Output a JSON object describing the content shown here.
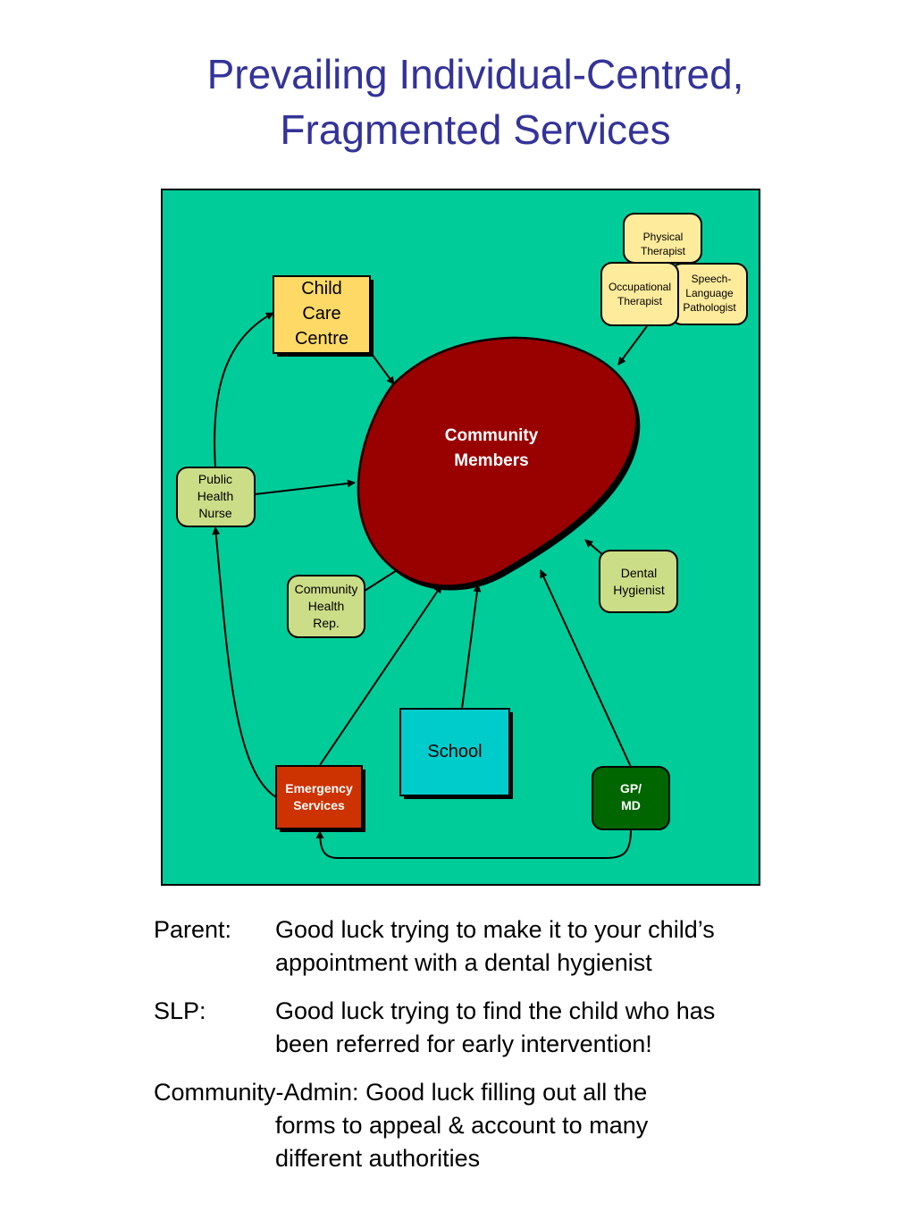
{
  "title": {
    "line1": "Prevailing Individual-Centred,",
    "line2": "Fragmented Services"
  },
  "diagram": {
    "background": "#00CC99",
    "center": {
      "line1": "Community",
      "line2": "Members",
      "color": "#990000"
    },
    "nodes": {
      "child_care": {
        "line1": "Child",
        "line2": "Care",
        "line3": "Centre",
        "color": "#FFD966"
      },
      "physical_therapist": {
        "line1": "Physical",
        "line2": "Therapist",
        "color": "#FFEB9C"
      },
      "occupational_therapist": {
        "line1": "Occupational",
        "line2": "Therapist",
        "color": "#FFEB9C"
      },
      "speech_pathologist": {
        "line1": "Speech-",
        "line2": "Language",
        "line3": "Pathologist",
        "color": "#FFEB9C"
      },
      "public_health_nurse": {
        "line1": "Public",
        "line2": "Health",
        "line3": "Nurse",
        "color": "#CCDD88"
      },
      "community_health_rep": {
        "line1": "Community",
        "line2": "Health",
        "line3": "Rep.",
        "color": "#CCDD88"
      },
      "dental_hygienist": {
        "line1": "Dental",
        "line2": "Hygienist",
        "color": "#CCDD88"
      },
      "school": {
        "label": "School",
        "color": "#00CCCC"
      },
      "emergency_services": {
        "line1": "Emergency",
        "line2": "Services",
        "color": "#CC3300"
      },
      "gp_md": {
        "line1": "GP/",
        "line2": "MD",
        "color": "#006600"
      }
    }
  },
  "notes": [
    {
      "who": "Parent:",
      "line1": "Good luck trying to make it to your child’s",
      "line2": "appointment with a dental hygienist"
    },
    {
      "who": "SLP:",
      "line1": "Good luck trying to find the child who has",
      "line2": "been referred for early intervention!"
    },
    {
      "who": "Community-Admin:",
      "line1": "Good luck filling out all the",
      "line2": "forms to appeal & account to many",
      "line3": "different authorities"
    }
  ]
}
